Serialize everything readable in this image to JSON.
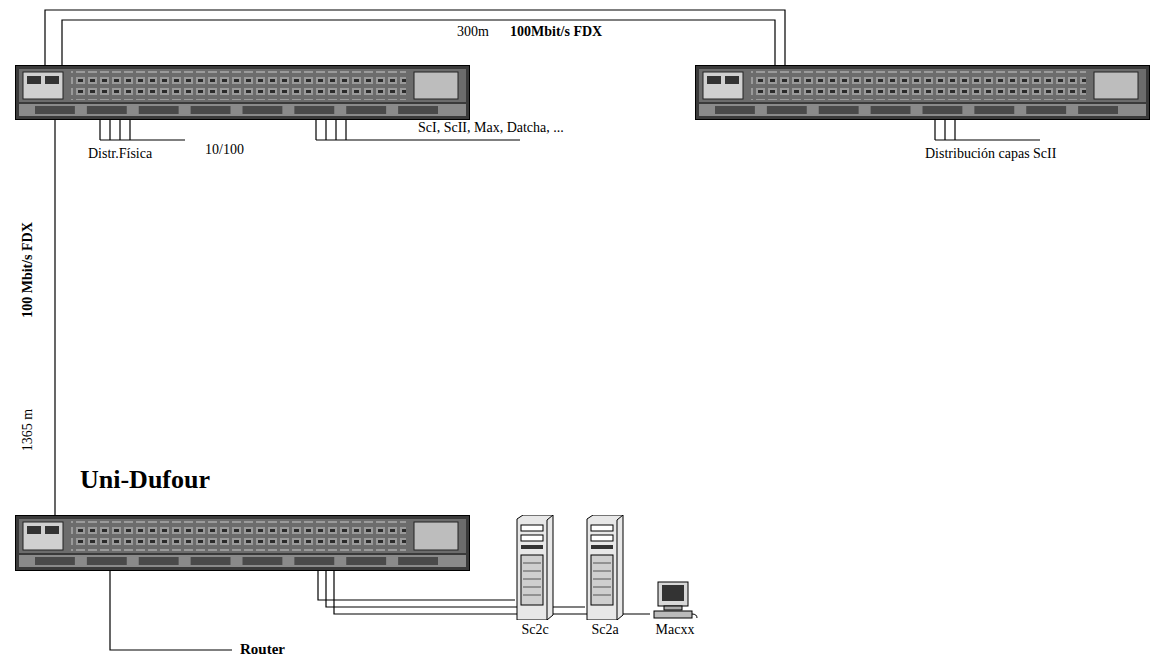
{
  "diagram": {
    "nodes": [
      {
        "text": []
      },
      {
        "text": []
      },
      {
        "text": [
          "Uni-Dufour"
        ]
      },
      {
        "text": [
          "Sc2c"
        ]
      },
      {
        "text": [
          "Sc2a"
        ]
      },
      {
        "text": [
          "Macxx"
        ]
      }
    ],
    "edges": [
      {
        "from": 0,
        "to": 1,
        "arrow": "none",
        "label": "300m"
      },
      {
        "from": 2,
        "to": 0,
        "arrow": "none",
        "label": "1365 m"
      },
      {
        "from": 2,
        "to": 3,
        "arrow": "none"
      },
      {
        "from": 2,
        "to": 4,
        "arrow": "none"
      },
      {
        "from": 2,
        "to": 5,
        "arrow": "none"
      }
    ],
    "labels": [
      "Distr.Física",
      "10/100",
      "ScI, ScII, Max, Datcha, ...",
      "Distribución capas ScII",
      "100Mbit/s FDX",
      "100 Mbit/s FDX",
      "Router"
    ]
  }
}
